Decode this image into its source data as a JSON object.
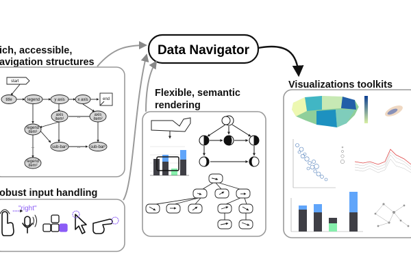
{
  "hub": {
    "title": "Data Navigator"
  },
  "panels": {
    "structures": {
      "title_line1": "ich, accessible,",
      "title_line2": "avigation structures"
    },
    "input": {
      "title": "obust input handling"
    },
    "rendering": {
      "title_line1": "Flexible, semantic",
      "title_line2": "rendering"
    },
    "toolkits": {
      "title": "Visualizations toolkits"
    }
  },
  "graph_nodes": {
    "start": "start",
    "title": "title",
    "legend": "legend",
    "y_axis": "y axis",
    "x_axis": "x axis",
    "end": "end",
    "axis_item_1": "axis",
    "axis_item_1b": "item¹",
    "axis_item_2": "axis",
    "axis_item_2b": "item²",
    "legend_item_1": "legend",
    "legend_item_1b": "item¹",
    "legend_item_2": "legend",
    "legend_item_2b": "item²",
    "sub_bar_1": "sub-bar¹",
    "sub_bar_2": "sub-bar²",
    "ellipsis": "..."
  },
  "input_demo": {
    "spoken_command": "\"right\""
  },
  "colors": {
    "accent_purple": "#8b5cf6",
    "blue_bar": "#60a5fa",
    "green_bar": "#86efac",
    "dark_bar": "#3f3f46"
  }
}
